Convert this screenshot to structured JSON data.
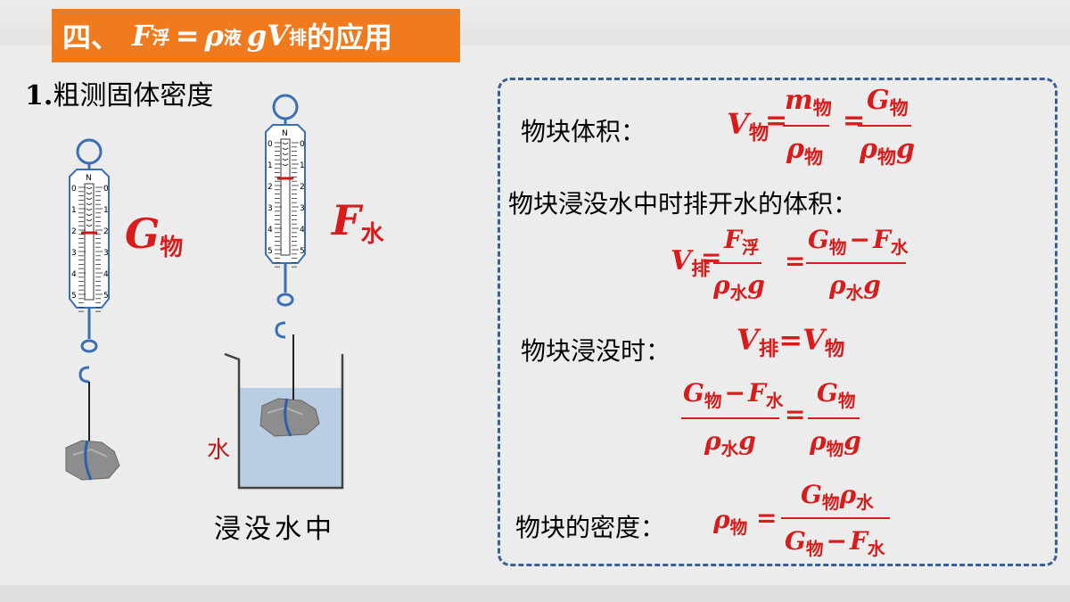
{
  "title": {
    "prefix": "四、",
    "F": "F",
    "F_sub": "浮",
    "eq": "=",
    "rho": "ρ",
    "rho_sub": "液",
    "g": "g",
    "V": "V",
    "V_sub": "排",
    "suffix": "的应用"
  },
  "subtitle": {
    "num": "1.",
    "text": "粗测固体密度"
  },
  "left_diagram": {
    "label_G": "G",
    "label_G_sub": "物",
    "label_F": "F",
    "label_F_sub": "水",
    "water_label": "水",
    "caption": "浸没水中",
    "scale_unit": "N",
    "scale_ticks": [
      "0",
      "1",
      "2",
      "3",
      "4",
      "5"
    ]
  },
  "right_panel": {
    "volume_label": "物块体积：",
    "displaced_label": "物块浸没水中时排开水的体积：",
    "immersed_label": "物块浸没时：",
    "density_label": "物块的密度：",
    "sym": {
      "V": "V",
      "m": "m",
      "G": "G",
      "F": "F",
      "rho": "ρ",
      "g": "g",
      "eq": "=",
      "minus": "−",
      "wu": "物",
      "shui": "水",
      "fu": "浮",
      "pai": "排"
    }
  },
  "colors": {
    "accent_orange": "#f07a1e",
    "formula_red": "#d81c1c",
    "frame_blue": "#3a5f95",
    "water_blue": "#b9cde3"
  }
}
